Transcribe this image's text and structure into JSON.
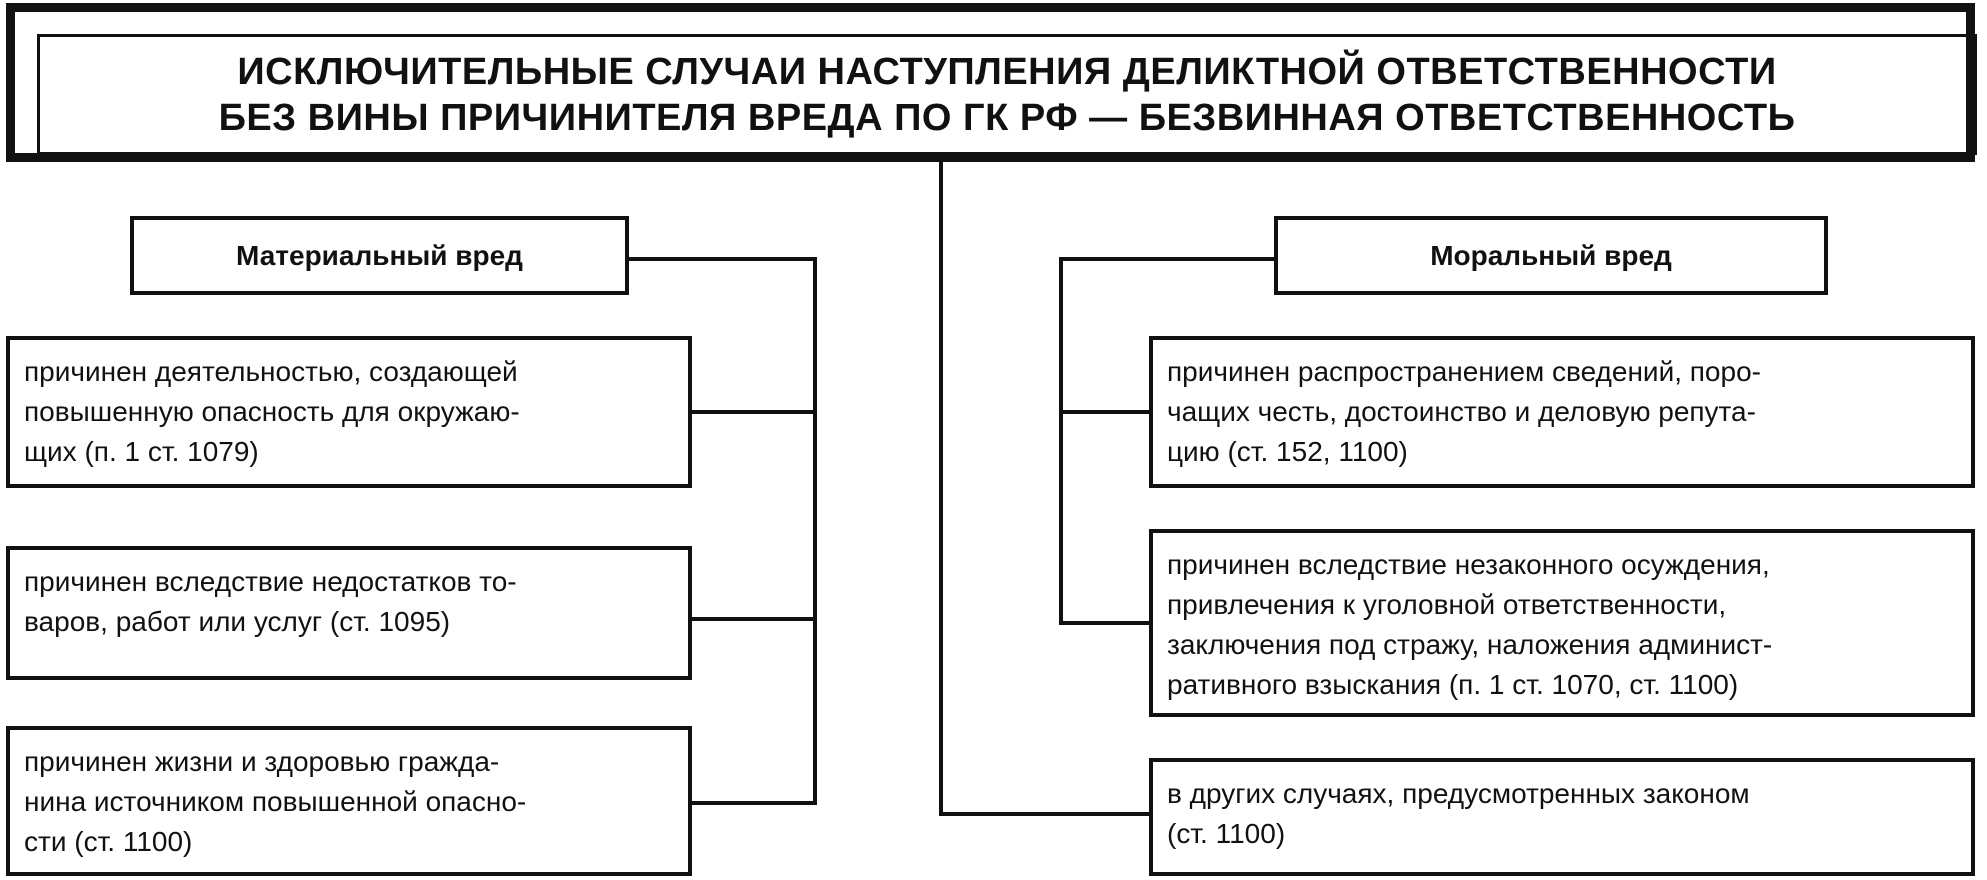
{
  "title": {
    "line1": "ИСКЛЮЧИТЕЛЬНЫЕ СЛУЧАИ НАСТУПЛЕНИЯ ДЕЛИКТНОЙ ОТВЕТСТВЕННОСТИ",
    "line2": "БЕЗ ВИНЫ ПРИЧИНИТЕЛЯ ВРЕДА ПО ГК РФ — БЕЗВИННАЯ ОТВЕТСТВЕННОСТЬ"
  },
  "left": {
    "header": "Материальный вред",
    "items": [
      {
        "line1": "причинен деятельностью, создающей",
        "line2": "повышенную опасность для окружаю-",
        "line3": "щих (п. 1 ст. 1079)"
      },
      {
        "line1": "причинен вследствие недостатков то-",
        "line2": "варов, работ или услуг (ст. 1095)"
      },
      {
        "line1": "причинен жизни и здоровью гражда-",
        "line2": "нина источником повышенной опасно-",
        "line3": "сти (ст. 1100)"
      }
    ]
  },
  "right": {
    "header": "Моральный вред",
    "items": [
      {
        "line1": "причинен распространением сведений, поро-",
        "line2": "чащих честь, достоинство и деловую репута-",
        "line3": "цию (ст. 152, 1100)"
      },
      {
        "line1": "причинен вследствие незаконного осуждения,",
        "line2": "привлечения к уголовной ответственности,",
        "line3": "заключения под стражу, наложения админист-",
        "line4": "ративного взыскания (п. 1 ст. 1070, ст. 1100)"
      },
      {
        "line1": "в других случаях, предусмотренных законом",
        "line2": "(ст. 1100)"
      }
    ]
  }
}
